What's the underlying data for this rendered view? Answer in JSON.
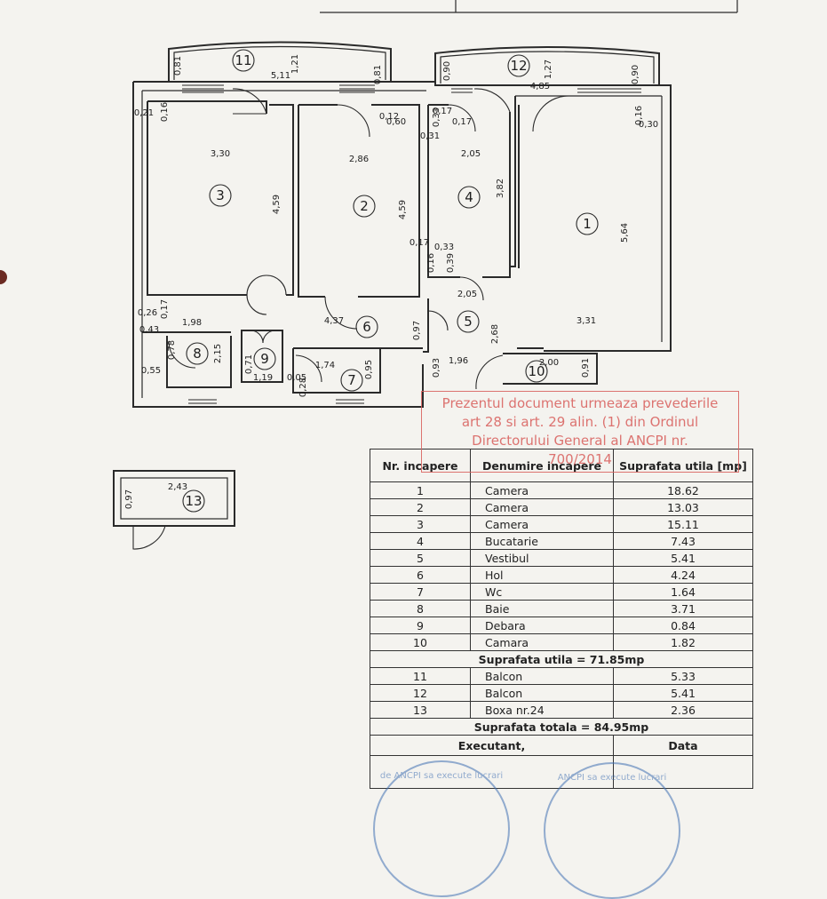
{
  "rooms": [
    {
      "num": "1"
    },
    {
      "num": "2"
    },
    {
      "num": "3"
    },
    {
      "num": "4"
    },
    {
      "num": "5"
    },
    {
      "num": "6"
    },
    {
      "num": "7"
    },
    {
      "num": "8"
    },
    {
      "num": "9"
    },
    {
      "num": "10"
    },
    {
      "num": "11"
    },
    {
      "num": "12"
    },
    {
      "num": "13"
    }
  ],
  "dimensions": [
    "0,81",
    "1,21",
    "5,11",
    "0,81",
    "0,90",
    "1,27",
    "4,85",
    "0,90",
    "0,21",
    "0,16",
    "3,30",
    "4,59",
    "2,86",
    "4,59",
    "0,12",
    "0,60",
    "0,33",
    "0,17",
    "0,17",
    "0,31",
    "2,05",
    "3,82",
    "0,16",
    "0,30",
    "5,64",
    "0,17",
    "0,33",
    "0,16",
    "0,39",
    "2,05",
    "3,31",
    "0,26",
    "0,17",
    "1,98",
    "4,37",
    "0,97",
    "2,68",
    "0,43",
    "0,78",
    "2,15",
    "0,55",
    "0,71",
    "1,19",
    "0,05",
    "0,28",
    "1,74",
    "0,95",
    "0,93",
    "1,96",
    "2,00",
    "0,91",
    "0,97",
    "2,43"
  ],
  "stamp": {
    "lines": [
      "Prezentul document urmeaza prevederile",
      "art 28 si art. 29 alin. (1) din Ordinul",
      "Directorului General al ANCPI nr.",
      "700/2014"
    ]
  },
  "table": {
    "headers": [
      "Nr. incapere",
      "Denumire incapere",
      "Suprafata utila [mp]"
    ],
    "rows": [
      [
        "1",
        "Camera",
        "18.62"
      ],
      [
        "2",
        "Camera",
        "13.03"
      ],
      [
        "3",
        "Camera",
        "15.11"
      ],
      [
        "4",
        "Bucatarie",
        "7.43"
      ],
      [
        "5",
        "Vestibul",
        "5.41"
      ],
      [
        "6",
        "Hol",
        "4.24"
      ],
      [
        "7",
        "Wc",
        "1.64"
      ],
      [
        "8",
        "Baie",
        "3.71"
      ],
      [
        "9",
        "Debara",
        "0.84"
      ],
      [
        "10",
        "Camara",
        "1.82"
      ]
    ],
    "util_total": "Suprafata utila = 71.85mp",
    "extra_rows": [
      [
        "11",
        "Balcon",
        "5.33"
      ],
      [
        "12",
        "Balcon",
        "5.41"
      ],
      [
        "13",
        "Boxa nr.24",
        "2.36"
      ]
    ],
    "grand_total": "Suprafata totala = 84.95mp",
    "executant": "Executant,",
    "data": "Data"
  },
  "seals": [
    {
      "text": "de ANCPI sa execute lucrari"
    },
    {
      "text": "ANCPI sa execute lucrari"
    }
  ]
}
